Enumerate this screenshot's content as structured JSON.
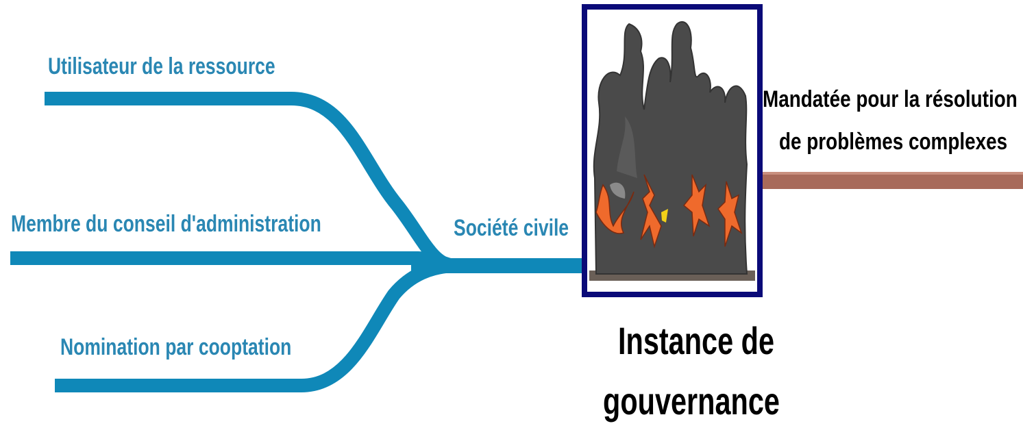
{
  "branches": [
    {
      "id": "user",
      "label": "Utilisateur de la ressource"
    },
    {
      "id": "board",
      "label": "Membre du conseil d'administration"
    },
    {
      "id": "nomination",
      "label": "Nomination par cooptation"
    }
  ],
  "trunk": {
    "label": "Société civile"
  },
  "governance": {
    "title_lines": [
      "Instance de",
      "gouvernance"
    ],
    "image_icon": "flames-image-icon"
  },
  "mandate": {
    "lines": [
      "Mandatée pour la résolution",
      "de problèmes complexes"
    ]
  },
  "colors": {
    "branch_blue": "#0f88b8",
    "label_blue": "#2a87b3",
    "frame_navy": "#0a0a78",
    "mandate_bar": "#a86a5a",
    "smoke_gray": "#4a4a4a",
    "fire_orange": "#ef6a2c"
  }
}
